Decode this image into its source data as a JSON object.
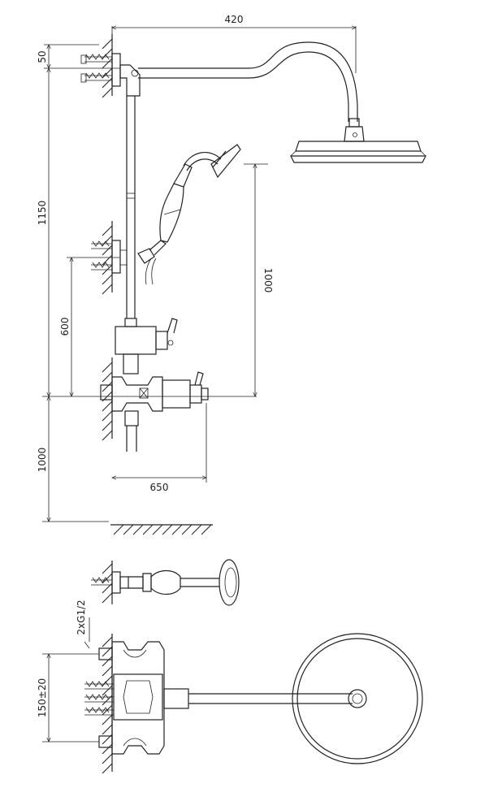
{
  "dimensions": {
    "head_reach": "420",
    "top_offset": "50",
    "column_height": "1150",
    "handshower_height": "1000",
    "bracket_height": "600",
    "mixer_height": "1000",
    "mixer_depth": "650",
    "connection_thread": "2xG1/2",
    "inlet_spacing": "150±20"
  }
}
